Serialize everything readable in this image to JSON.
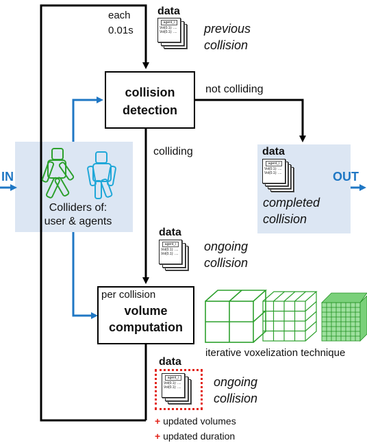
{
  "input_label": "IN",
  "output_label": "OUT",
  "timer": {
    "line1": "each",
    "line2": "0.01s"
  },
  "data_heading": "data",
  "sheet": {
    "header": "agent_i",
    "row1": "Vol(0.1): ....",
    "row2": "Vol(0.1): ...."
  },
  "previous": {
    "line1": "previous",
    "line2": "collision"
  },
  "detection_box": {
    "line1": "collision",
    "line2": "detection"
  },
  "not_colliding_label": "not colliding",
  "colliding_label": "colliding",
  "colliders": {
    "line1": "Colliders of:",
    "line2": "user & agents"
  },
  "completed": {
    "line1": "completed",
    "line2": "collision"
  },
  "ongoing": {
    "line1": "ongoing",
    "line2": "collision"
  },
  "volume_box": {
    "prefix": "per collision",
    "line1": "volume",
    "line2": "computation"
  },
  "voxel_caption": "iterative voxelization technique",
  "updates": [
    "updated volumes",
    "updated duration"
  ],
  "plus_sign": "+",
  "colors": {
    "flow_blue": "#1f77c4",
    "panel_blue": "#dce6f3",
    "voxel_green": "#2ca02c",
    "dashed_red": "#e2231a"
  }
}
